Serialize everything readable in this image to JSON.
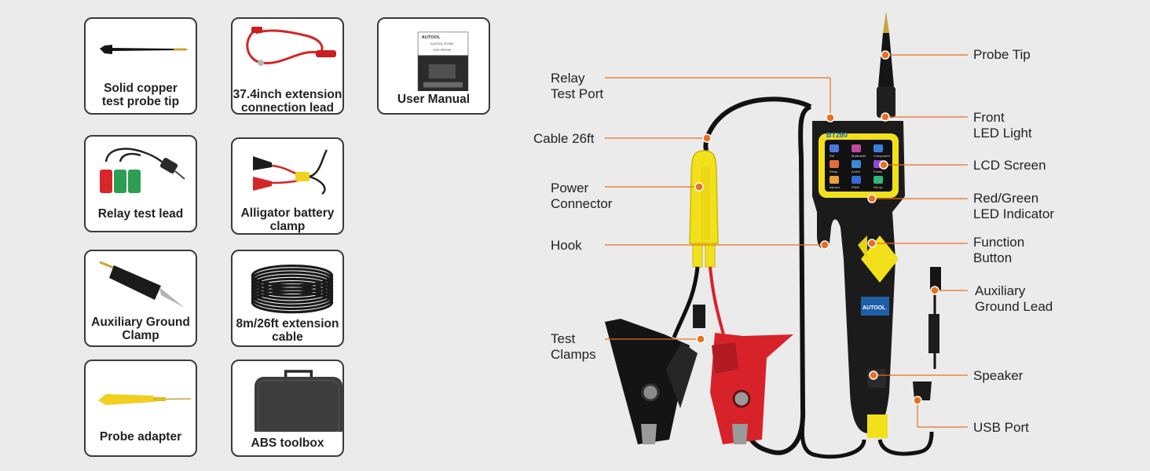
{
  "accessories": [
    {
      "id": "probe-tip",
      "label": "Solid copper\ntest probe tip"
    },
    {
      "id": "extension-lead",
      "label": "37.4inch extension\nconnection lead"
    },
    {
      "id": "user-manual",
      "label": "User Manual"
    },
    {
      "id": "relay-lead",
      "label": "Relay test lead"
    },
    {
      "id": "battery-clamp",
      "label": "Alligator battery\nclamp"
    },
    {
      "id": "ground-clamp",
      "label": "Auxiliary Ground\nClamp"
    },
    {
      "id": "extension-cable",
      "label": "8m/26ft extension\ncable"
    },
    {
      "id": "probe-adapter",
      "label": "Probe adapter"
    },
    {
      "id": "toolbox",
      "label": "ABS toolbox"
    }
  ],
  "callouts": {
    "relay_port": "Relay\nTest Port",
    "cable": "Cable 26ft",
    "power": "Power\nConnector",
    "hook": "Hook",
    "clamps": "Test\nClamps",
    "probe_tip": "Probe Tip",
    "front_led": "Front\nLED Light",
    "lcd": "LCD Screen",
    "led_indicator": "Red/Green\nLED Indicator",
    "function": "Function\nButton",
    "aux_ground": "Auxiliary\nGround Lead",
    "speaker": "Speaker",
    "usb": "USB Port"
  },
  "device": {
    "model": "BT280",
    "brand": "AUTOOL",
    "screen_apps": [
      "Ref",
      "Multimeter",
      "Component",
      "Relay",
      "Active",
      "Power",
      "Injector",
      "PWM",
      "Set up"
    ]
  },
  "manual": {
    "brand": "AUTOOL",
    "title": "AUTOOL BT280",
    "subtitle": "User Manual"
  },
  "colors": {
    "accent": "#e8701e",
    "device_yellow": "#f2e11a",
    "device_black": "#1b1b1b",
    "clamp_red": "#d8222a"
  }
}
